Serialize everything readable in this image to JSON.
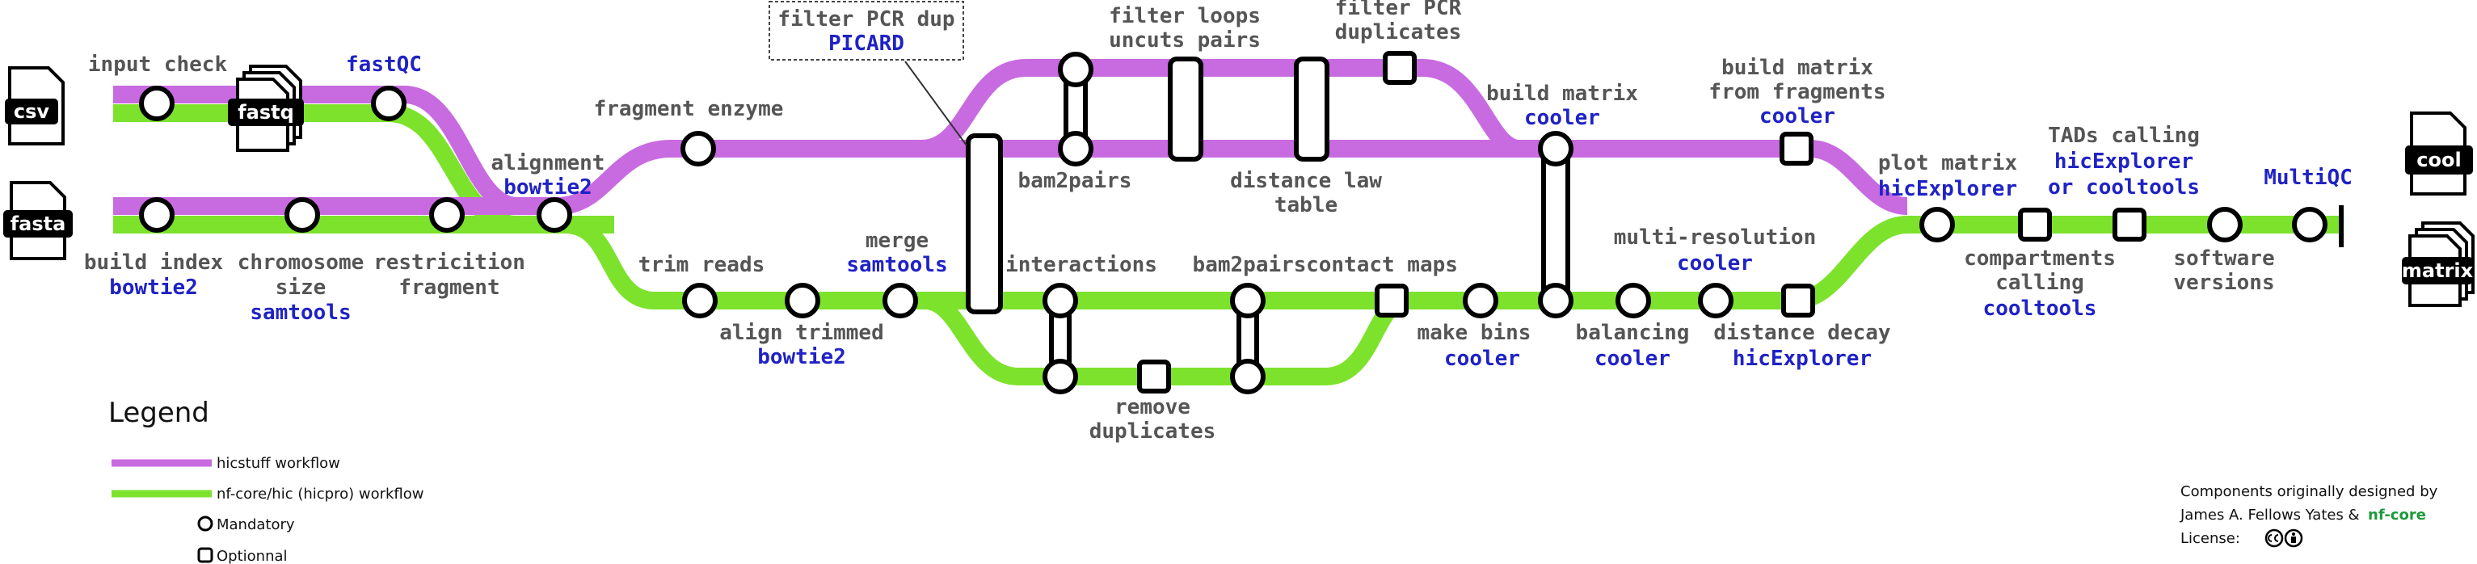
{
  "colors": {
    "hicstuff": "#c86be0",
    "nfcore": "#7de22c",
    "tool_text": "#1f22c4",
    "label_text": "#555555"
  },
  "files": {
    "csv": "csv",
    "fastq": "fastq",
    "fasta": "fasta",
    "cool": "cool",
    "matrix": "matrix"
  },
  "steps": {
    "input_check": "input check",
    "fastqc": "fastQC",
    "fragment_enzyme": "fragment enzyme",
    "alignment": "alignment",
    "alignment_tool": "bowtie2",
    "build_index": "build index",
    "build_index_tool": "bowtie2",
    "chrom_size_1": "chromosome",
    "chrom_size_2": "size",
    "chrom_size_tool": "samtools",
    "restriction_1": "restricition",
    "restriction_2": "fragment",
    "filter_pcr_dup": "filter PCR dup",
    "filter_pcr_dup_tool": "PICARD",
    "filter_loops_1": "filter loops",
    "filter_loops_2": "uncuts pairs",
    "filter_pcr_1": "filter PCR",
    "filter_pcr_2": "duplicates",
    "bam2pairs_top": "bam2pairs",
    "distance_law_1": "distance law",
    "distance_law_2": "table",
    "build_matrix": "build matrix",
    "build_matrix_tool": "cooler",
    "build_matrix_frag_1": "build matrix",
    "build_matrix_frag_2": "from fragments",
    "build_matrix_frag_tool": "cooler",
    "trim_reads": "trim reads",
    "merge": "merge",
    "merge_tool": "samtools",
    "align_trimmed": "align trimmed",
    "align_trimmed_tool": "bowtie2",
    "interactions": "interactions",
    "bam2pairs_bottom": "bam2pairs",
    "contact_maps": "contact maps",
    "remove_dup_1": "remove",
    "remove_dup_2": "duplicates",
    "make_bins": "make bins",
    "make_bins_tool": "cooler",
    "balancing": "balancing",
    "balancing_tool": "cooler",
    "multi_res": "multi-resolution",
    "multi_res_tool": "cooler",
    "distance_decay": "distance decay",
    "distance_decay_tool": "hicExplorer",
    "plot_matrix": "plot matrix",
    "plot_matrix_tool": "hicExplorer",
    "tads_1": "TADs calling",
    "tads_tool_1": "hicExplorer",
    "tads_tool_2": "or cooltools",
    "compart_1": "compartments",
    "compart_2": "calling",
    "compart_tool": "cooltools",
    "multiqc": "MultiQC",
    "software_1": "software",
    "software_2": "versions"
  },
  "legend": {
    "title": "Legend",
    "hicstuff": "hicstuff workflow",
    "nfcore": "nf-core/hic (hicpro) workflow",
    "mandatory": "Mandatory",
    "optional": "Optionnal"
  },
  "credits": {
    "line1": "Components originally designed by",
    "line2": "James A. Fellows Yates &",
    "nfcore_logo": "nf-core",
    "license": "License:"
  }
}
